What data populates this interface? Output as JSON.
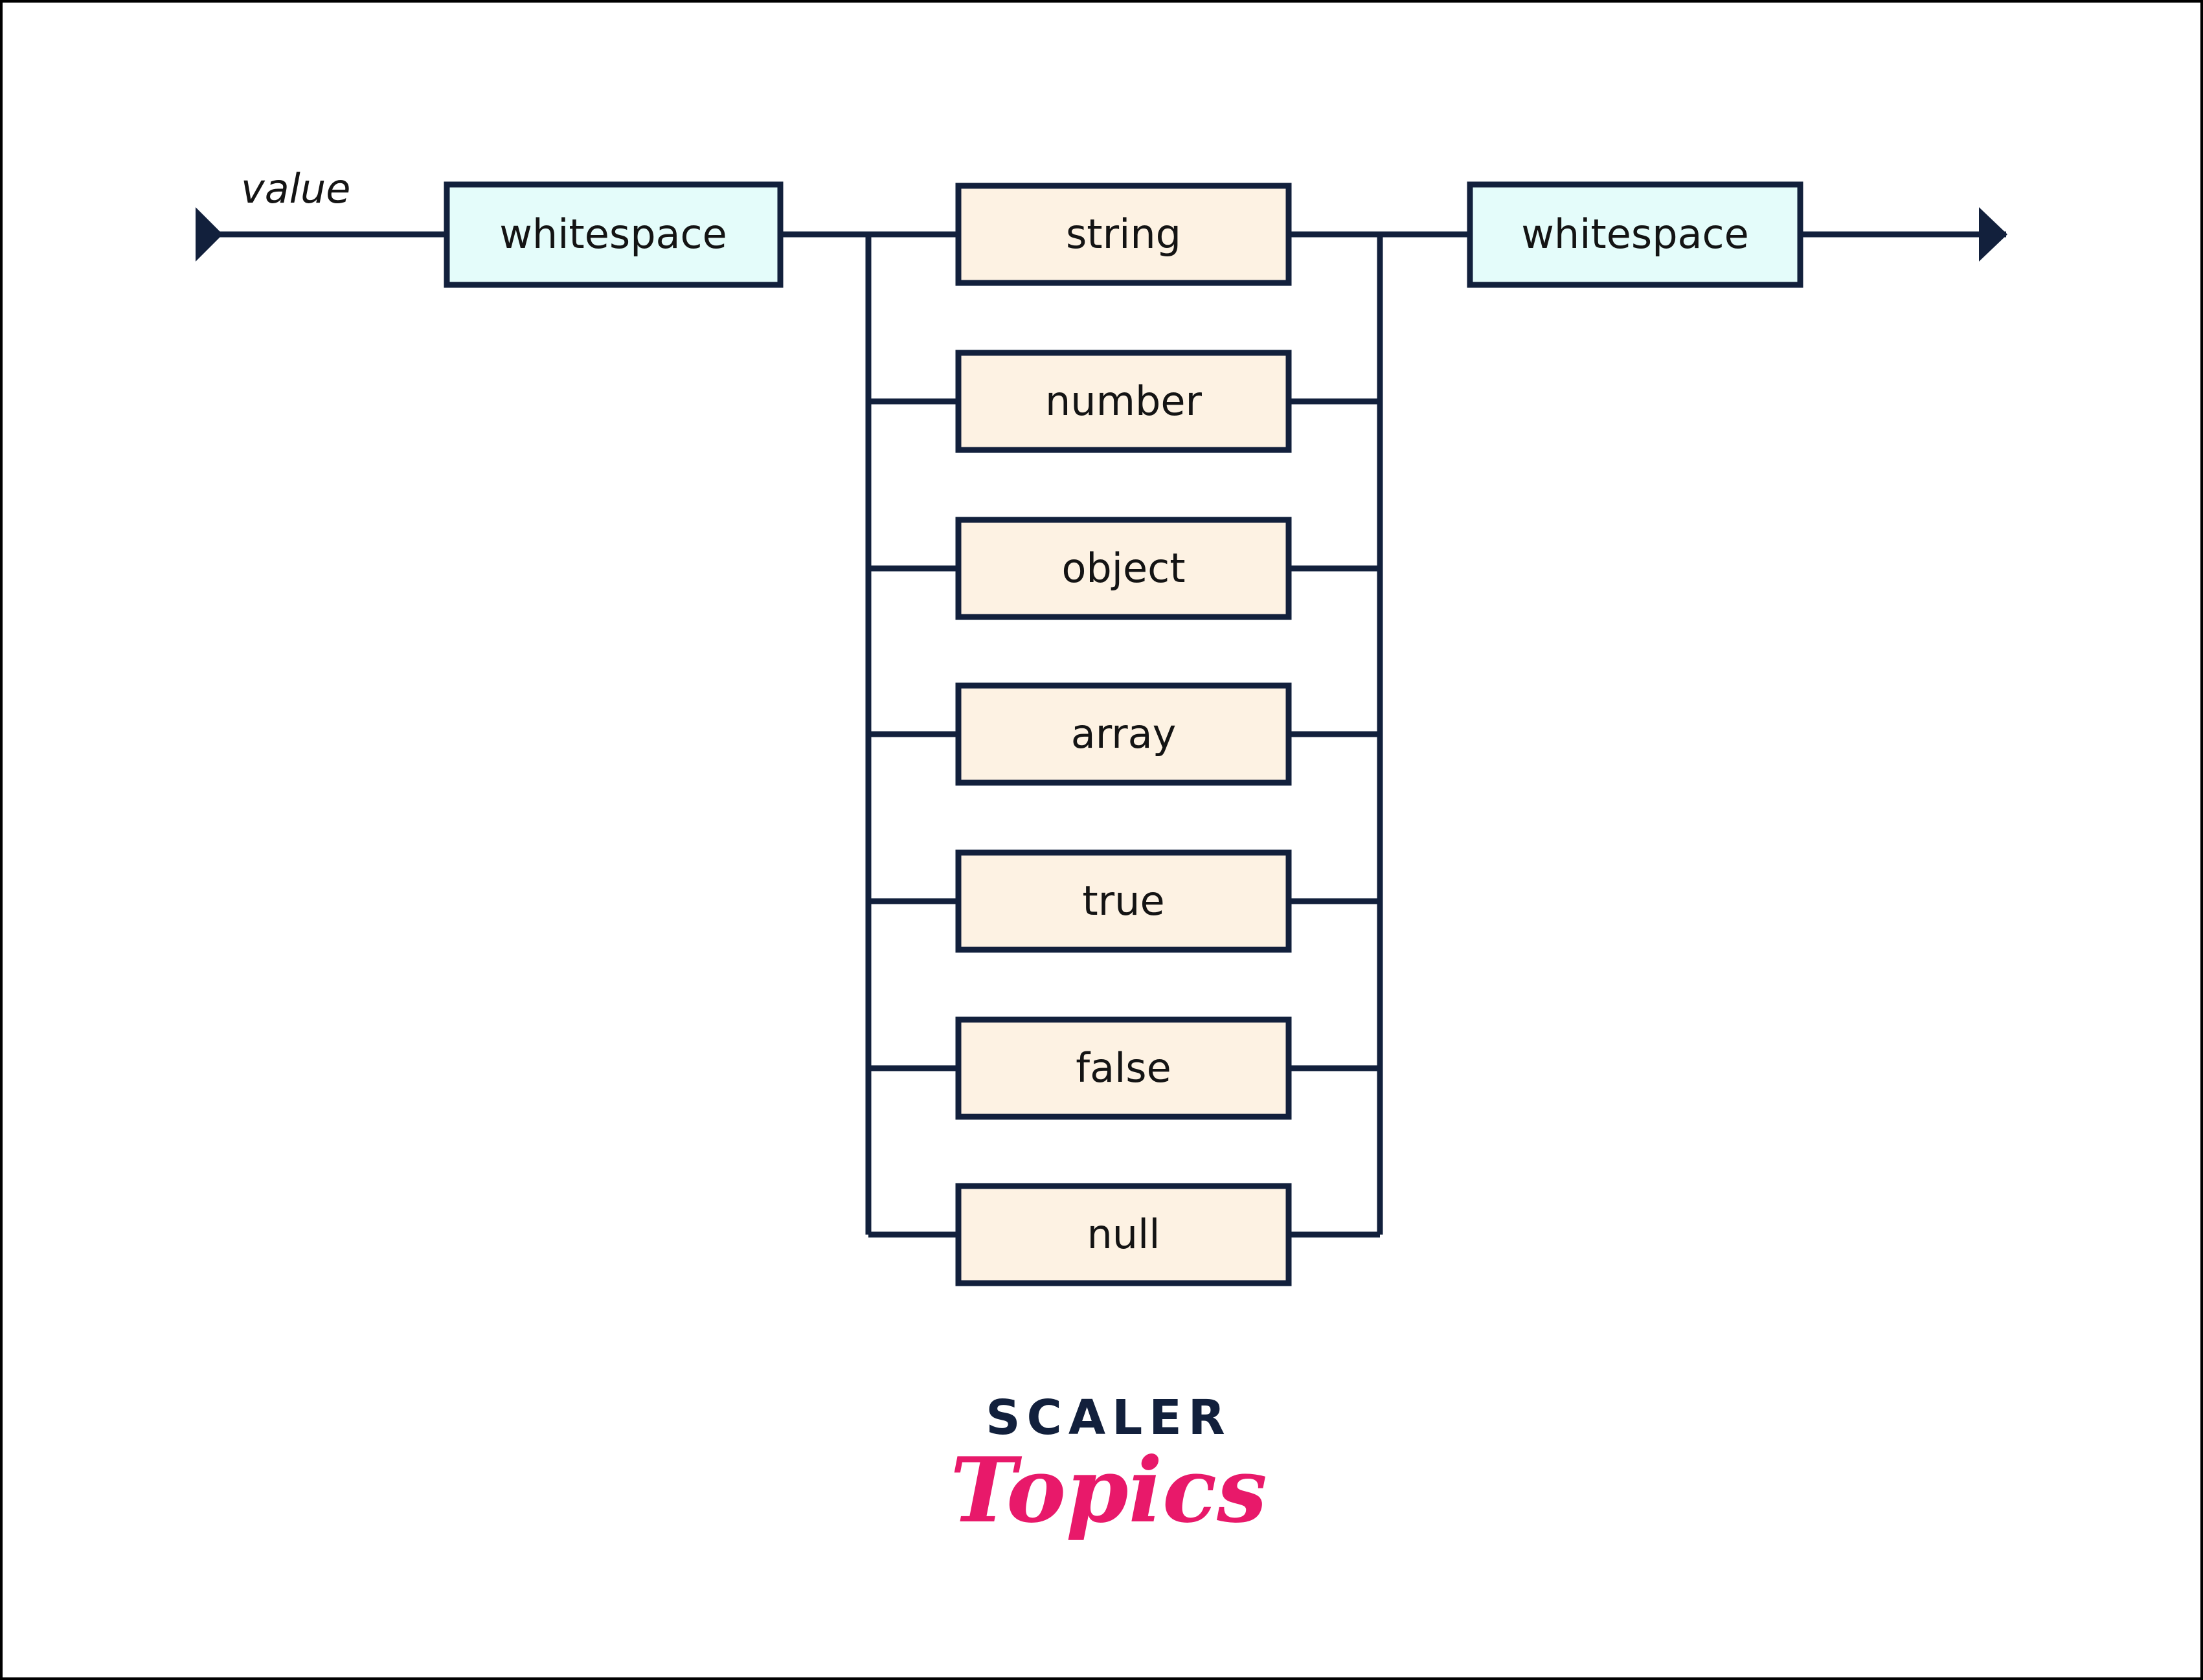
{
  "diagram": {
    "kind": "railroad-syntax-diagram",
    "title_label": "value",
    "background_color": "#ffffff",
    "frame_color": "#000000",
    "line_color": "#12203c",
    "colors": {
      "terminal_fill": "#fdf2e3",
      "terminal_border": "#12203c",
      "nonterminal_fill": "#e4fcfa",
      "nonterminal_border": "#12203c",
      "text": "#141414",
      "logo_navy": "#12203c",
      "logo_pink": "#e8196a"
    },
    "entry_arrow": "arrow-right-marker",
    "exit_arrow": "arrow-right-marker",
    "left_node": {
      "label": "whitespace",
      "type": "nonterminal"
    },
    "right_node": {
      "label": "whitespace",
      "type": "nonterminal"
    },
    "alternatives": [
      {
        "label": "string",
        "type": "terminal"
      },
      {
        "label": "number",
        "type": "terminal"
      },
      {
        "label": "object",
        "type": "terminal"
      },
      {
        "label": "array",
        "type": "terminal"
      },
      {
        "label": "true",
        "type": "terminal"
      },
      {
        "label": "false",
        "type": "terminal"
      },
      {
        "label": "null",
        "type": "terminal"
      }
    ]
  },
  "logo": {
    "wordmark": "SCALER",
    "script": "Topics"
  }
}
